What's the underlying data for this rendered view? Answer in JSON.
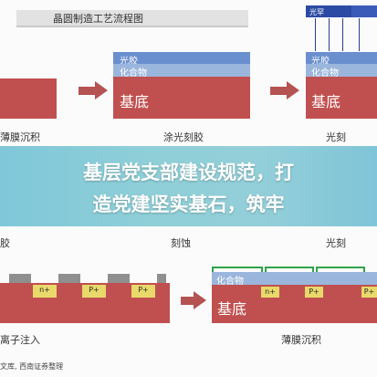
{
  "diagram": {
    "title": "晶圆制造工艺流程图",
    "layers": {
      "substrate": "基底",
      "photoresist": "光胶",
      "compound": "化合物",
      "mask": "光罕"
    },
    "steps": {
      "film_deposition": "薄膜沉积",
      "coating": "涂光刻胶",
      "lithography": "光刻",
      "glue": "胶",
      "etching": "刻蚀",
      "photoresist_right": "光刻",
      "ion_implant": "离子注入",
      "film_deposition_2": "薄膜沉积"
    },
    "doping": {
      "n_plus": "n+",
      "p_plus": "P+"
    },
    "source": "文库, 西南证券整理"
  },
  "banner": {
    "line1": "基层党支部建设规范，打",
    "line2": "造党建坚实基石，筑牢"
  },
  "colors": {
    "substrate": "#c0504f",
    "photoresist": "#6a8fce",
    "compound": "#9bb6dc",
    "banner": "#8fcfd8",
    "arrow": "#b55252"
  }
}
